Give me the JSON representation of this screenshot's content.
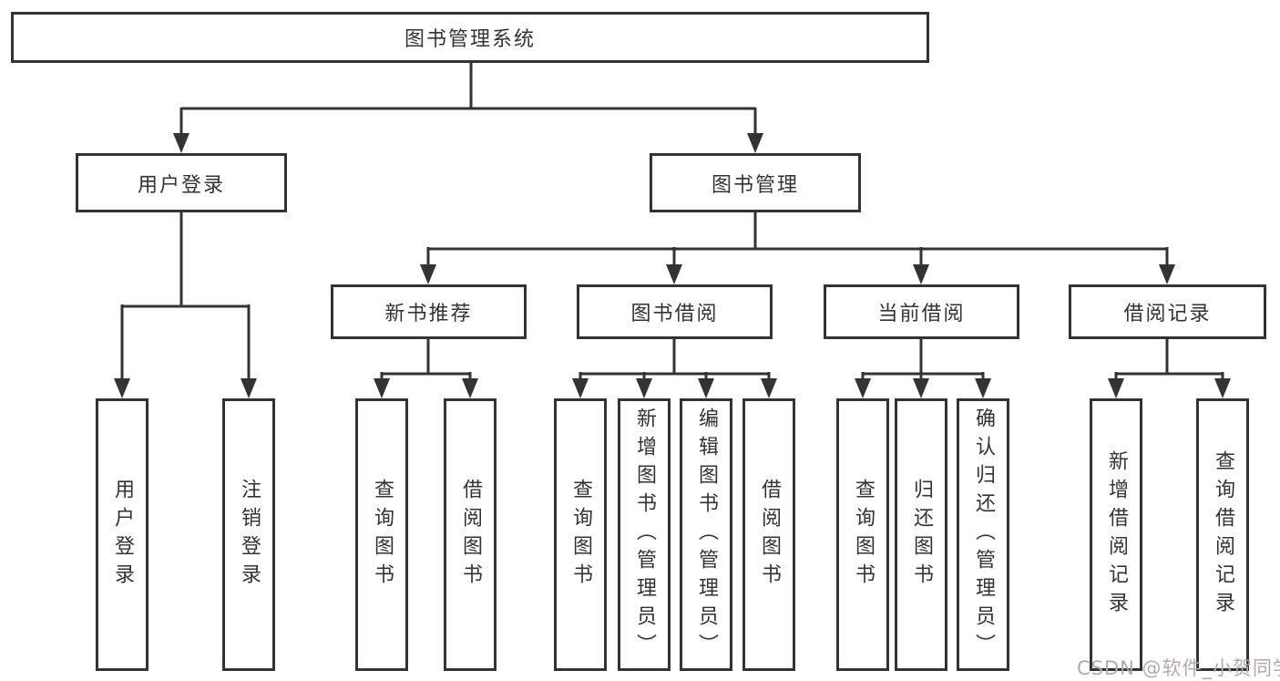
{
  "diagram": {
    "tree": {
      "label": "图书管理系统",
      "children": [
        {
          "label": "用户登录",
          "children": [
            {
              "label": "用户登录"
            },
            {
              "label": "注销登录"
            }
          ]
        },
        {
          "label": "图书管理",
          "children": [
            {
              "label": "新书推荐",
              "children": [
                {
                  "label": "查询图书"
                },
                {
                  "label": "借阅图书"
                }
              ]
            },
            {
              "label": "图书借阅",
              "children": [
                {
                  "label": "查询图书"
                },
                {
                  "label": "新增图书（管理员）"
                },
                {
                  "label": "编辑图书（管理员）"
                },
                {
                  "label": "借阅图书"
                }
              ]
            },
            {
              "label": "当前借阅",
              "children": [
                {
                  "label": "查询图书"
                },
                {
                  "label": "归还图书"
                },
                {
                  "label": "确认归还（管理员）"
                }
              ]
            },
            {
              "label": "借阅记录",
              "children": [
                {
                  "label": "新增借阅记录"
                },
                {
                  "label": "查询借阅记录"
                }
              ]
            }
          ]
        }
      ]
    },
    "colors": {
      "line": "#333333",
      "box_border": "#333333",
      "box_fill": "#ffffff",
      "text": "#333333",
      "background": "#ffffff",
      "watermark_text": "#b3aaaa"
    }
  },
  "watermark": {
    "text": "CSDN @软件_小贺同学"
  }
}
